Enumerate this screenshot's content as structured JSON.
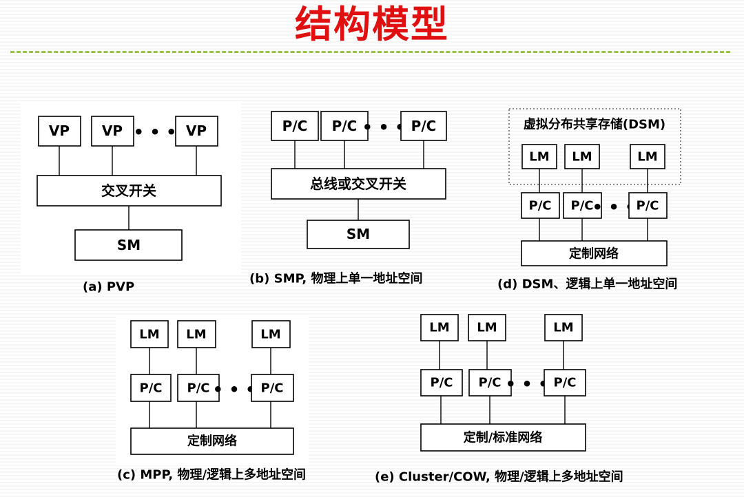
{
  "title": "结构模型",
  "labels": {
    "vp": "VP",
    "pc": "P/C",
    "lm": "LM",
    "sm": "SM",
    "dots": "• • •"
  },
  "a": {
    "switch": "交叉开关",
    "caption": "(a) PVP"
  },
  "b": {
    "switch": "总线或交叉开关",
    "caption": "(b) SMP, 物理上单一地址空间"
  },
  "c": {
    "network": "定制网络",
    "caption": "(c) MPP, 物理/逻辑上多地址空间"
  },
  "d": {
    "dsm": "虚拟分布共享存储(DSM)",
    "network": "定制网络",
    "caption": "(d) DSM、逻辑上单一地址空间"
  },
  "e": {
    "network": "定制/标准网络",
    "caption": "(e) Cluster/COW, 物理/逻辑上多地址空间"
  }
}
